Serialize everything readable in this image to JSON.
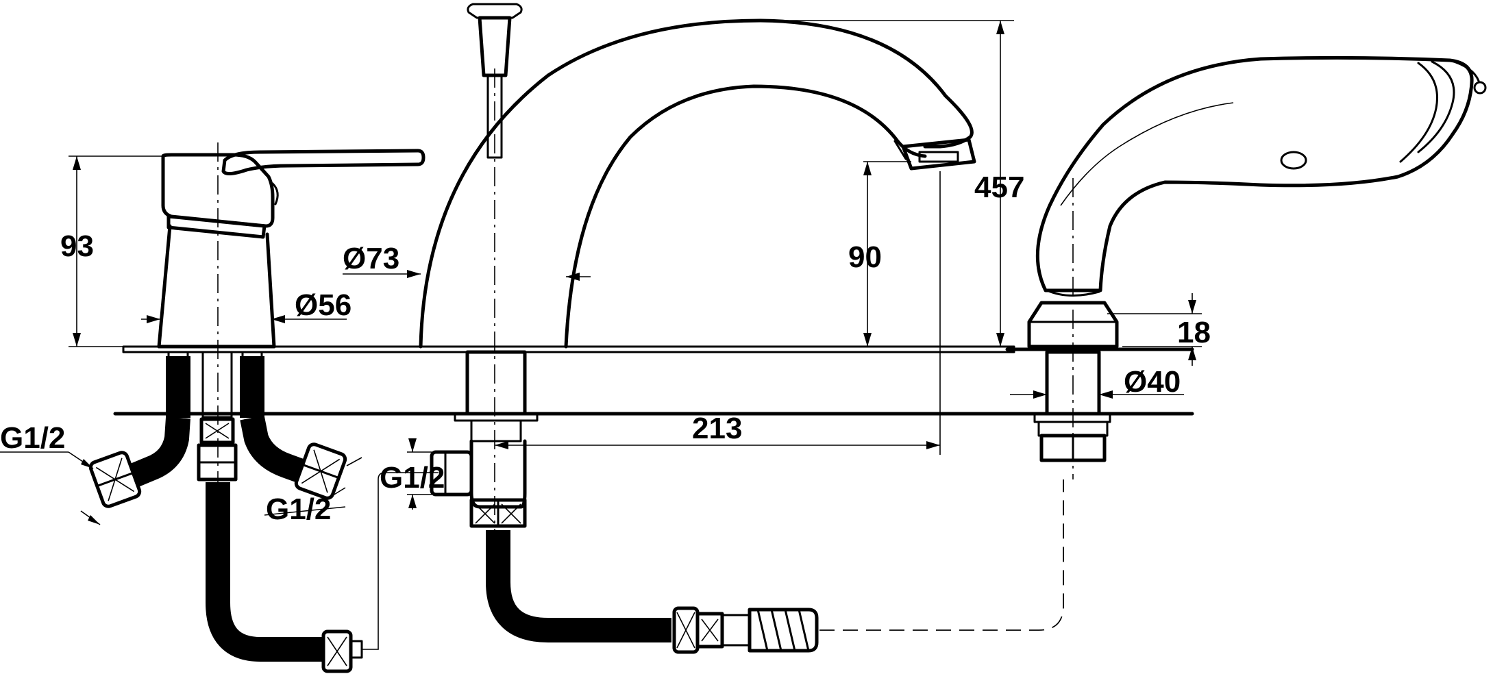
{
  "dimensions": {
    "mixer_height": "93",
    "spout_body_diameter": "Ø73",
    "mixer_diameter": "Ø56",
    "spout_height": "90",
    "overall_height": "457",
    "shower_base_height": "18",
    "shower_base_diameter": "Ø40",
    "spout_reach": "213",
    "thread_left": "G1/2",
    "thread_mid": "G1/2",
    "thread_diverter": "G1/2"
  }
}
